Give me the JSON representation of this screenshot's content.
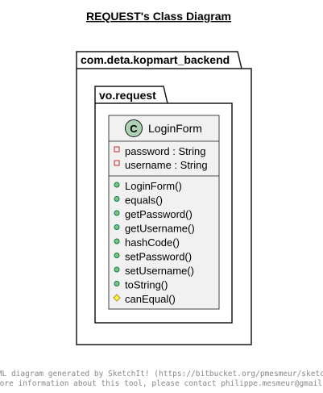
{
  "title": "REQUEST's Class Diagram",
  "outer_package": {
    "name": "com.deta.kopmart_backend"
  },
  "inner_package": {
    "name": "vo.request"
  },
  "class": {
    "stereotype_letter": "C",
    "name": "LoginForm",
    "fields": [
      {
        "visibility": "private",
        "text": "password : String"
      },
      {
        "visibility": "private",
        "text": "username : String"
      }
    ],
    "methods": [
      {
        "visibility": "public",
        "text": "LoginForm()"
      },
      {
        "visibility": "public",
        "text": "equals()"
      },
      {
        "visibility": "public",
        "text": "getPassword()"
      },
      {
        "visibility": "public",
        "text": "getUsername()"
      },
      {
        "visibility": "public",
        "text": "hashCode()"
      },
      {
        "visibility": "public",
        "text": "setPassword()"
      },
      {
        "visibility": "public",
        "text": "setUsername()"
      },
      {
        "visibility": "public",
        "text": "toString()"
      },
      {
        "visibility": "protected",
        "text": "canEqual()"
      }
    ]
  },
  "footer": {
    "line1": "PlantUML diagram generated by SketchIt! (https://bitbucket.org/pmesmeur/sketch.it)",
    "line2": "For more information about this tool, please contact philippe.mesmeur@gmail.com"
  },
  "colors": {
    "class_fill": "#F1F1F1",
    "stroke": "#181818",
    "circle_fill": "#ADD1B2",
    "private_marker": "#C82930",
    "public_marker": "#038048",
    "public_fill": "#84BE84",
    "protected_marker": "#B38D22",
    "protected_fill": "#FFFF44"
  }
}
